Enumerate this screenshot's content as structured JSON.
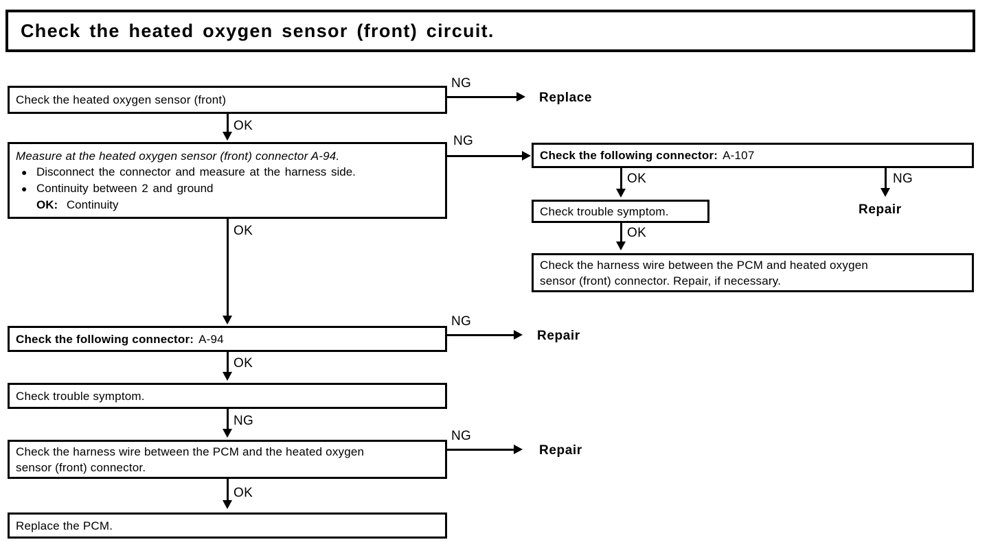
{
  "title": {
    "text": "Check the heated oxygen sensor (front) circuit."
  },
  "nodes": {
    "check_sensor": "Check the heated oxygen sensor (front)",
    "measure": {
      "heading": "Measure at the heated oxygen sensor (front) connector A-94.",
      "bullets": [
        "Disconnect the connector and measure at the harness side.",
        "Continuity between 2 and ground"
      ],
      "ok_label": "OK:",
      "ok_value": "Continuity",
      "bullet_glyph": "●"
    },
    "connector_a94_label": "Check the following connector:",
    "connector_a94_value": "A-94",
    "trouble_left": "Check trouble symptom.",
    "harness_left_line1": "Check the harness wire between the PCM and the heated oxygen",
    "harness_left_line2": "sensor (front) connector.",
    "replace_pcm": "Replace the PCM.",
    "connector_a107_label": "Check the following connector:",
    "connector_a107_value": "A-107",
    "trouble_right": "Check trouble symptom.",
    "harness_right_line1": "Check the harness wire between the PCM and heated oxygen",
    "harness_right_line2": "sensor (front) connector. Repair, if necessary."
  },
  "edges": {
    "ng_1": "NG",
    "ok_1": "OK",
    "ng_2": "NG",
    "ok_2": "OK",
    "ok_a107": "OK",
    "ng_a107": "NG",
    "ok_trouble_right": "OK",
    "ng_3": "NG",
    "ok_3": "OK",
    "ng_4": "NG",
    "ng_5": "NG",
    "ok_4": "OK"
  },
  "terminals": {
    "replace": "Replace",
    "repair_right": "Repair",
    "repair_a94": "Repair",
    "repair_harness": "Repair"
  },
  "colors": {
    "ink": "#000000",
    "paper": "#ffffff"
  }
}
